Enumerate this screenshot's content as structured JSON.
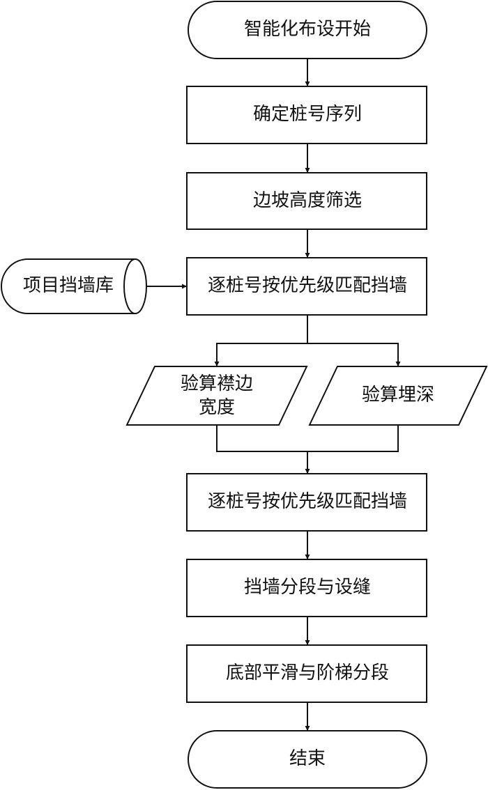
{
  "flowchart": {
    "start": "智能化布设开始",
    "step_pile_sequence": "确定桩号序列",
    "step_slope_filter": "边坡高度筛选",
    "step_match_wall_1": "逐桩号按优先级匹配挡墙",
    "wall_library": "项目挡墙库",
    "check_berm_width_line1": "验算襟边",
    "check_berm_width_line2": "宽度",
    "check_burial_depth": "验算埋深",
    "step_match_wall_2": "逐桩号按优先级匹配挡墙",
    "step_segment_joint": "挡墙分段与设缝",
    "step_bottom_smooth": "底部平滑与阶梯分段",
    "end": "结束"
  }
}
